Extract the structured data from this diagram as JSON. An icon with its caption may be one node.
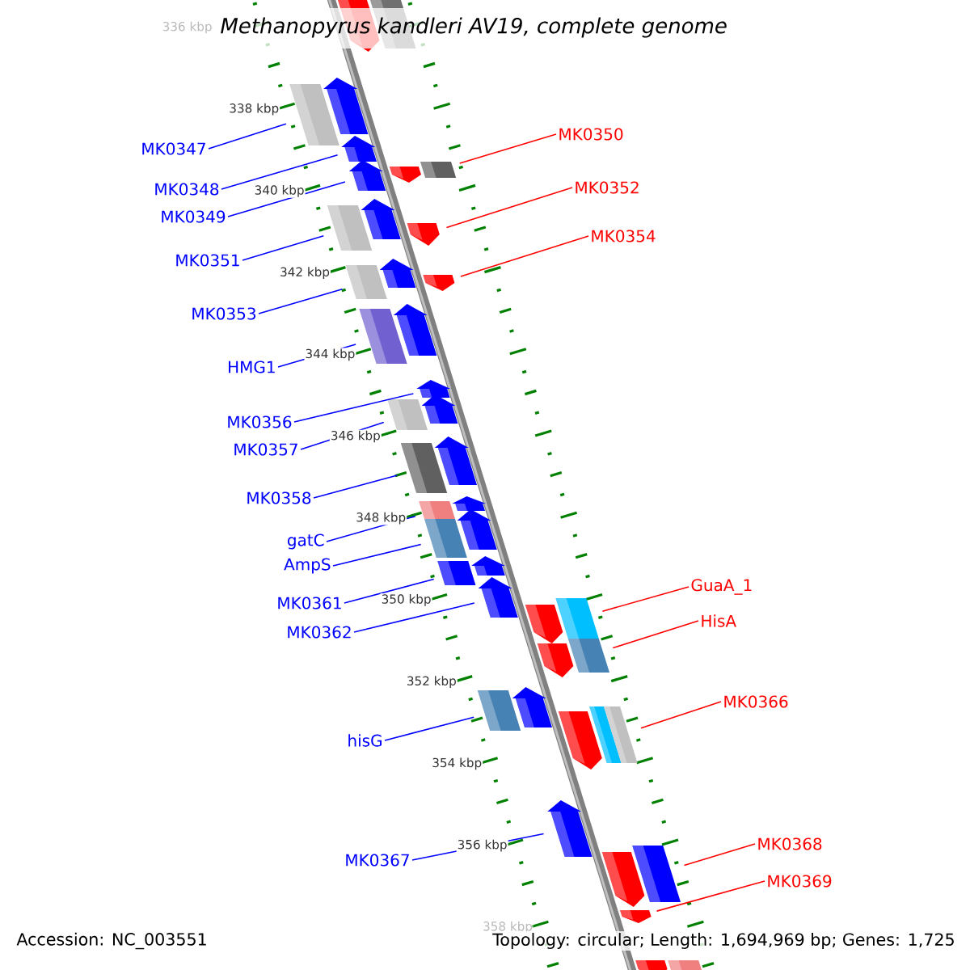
{
  "diagram": {
    "title": "Methanopyrus kandleri AV19, complete genome",
    "nodes": [
      {
        "text": [
          "MK0347"
        ]
      },
      {
        "text": [
          "MK0348"
        ]
      },
      {
        "text": [
          "MK0349"
        ]
      },
      {
        "text": [
          "MK0351"
        ]
      },
      {
        "text": [
          "MK0353"
        ]
      },
      {
        "text": [
          "HMG1"
        ]
      },
      {
        "text": [
          "MK0356"
        ]
      },
      {
        "text": [
          "MK0357"
        ]
      },
      {
        "text": [
          "MK0358"
        ]
      },
      {
        "text": [
          "gatC"
        ]
      },
      {
        "text": [
          "AmpS"
        ]
      },
      {
        "text": [
          "MK0361"
        ]
      },
      {
        "text": [
          "MK0362"
        ]
      },
      {
        "text": [
          "hisG"
        ]
      },
      {
        "text": [
          "MK0367"
        ]
      },
      {
        "text": [
          "MK0350"
        ]
      },
      {
        "text": [
          "MK0352"
        ]
      },
      {
        "text": [
          "MK0354"
        ]
      },
      {
        "text": [
          "GuaA_1"
        ]
      },
      {
        "text": [
          "HisA"
        ]
      },
      {
        "text": [
          "MK0366"
        ]
      },
      {
        "text": [
          "MK0368"
        ]
      },
      {
        "text": [
          "MK0369"
        ]
      },
      {
        "text": [],
        "shape": "box"
      },
      {
        "text": [],
        "shape": "arrow"
      },
      {
        "text": [],
        "shape": "arrow"
      },
      {
        "text": [],
        "shape": "arrow"
      },
      {
        "text": [],
        "shape": "box"
      },
      {
        "text": [],
        "shape": "arrow"
      },
      {
        "text": [],
        "shape": "box"
      },
      {
        "text": [],
        "shape": "arrow"
      },
      {
        "text": [],
        "shape": "box"
      },
      {
        "text": [],
        "shape": "arrow"
      },
      {
        "text": [],
        "shape": "arrow"
      },
      {
        "text": [],
        "shape": "arrow"
      },
      {
        "text": [],
        "shape": "box"
      },
      {
        "text": [],
        "shape": "box"
      },
      {
        "text": [],
        "shape": "arrow"
      },
      {
        "text": [],
        "shape": "box"
      },
      {
        "text": [],
        "shape": "box"
      },
      {
        "text": [],
        "shape": "arrow"
      },
      {
        "text": [],
        "shape": "arrow"
      },
      {
        "text": [],
        "shape": "box"
      },
      {
        "text": [],
        "shape": "arrow"
      },
      {
        "text": [],
        "shape": "arrow"
      },
      {
        "text": [],
        "shape": "box"
      },
      {
        "text": [],
        "shape": "arrow"
      },
      {
        "text": [],
        "shape": "arrow"
      },
      {
        "text": [],
        "shape": "arrow"
      },
      {
        "text": [],
        "shape": "box"
      },
      {
        "text": [],
        "shape": "arrow"
      },
      {
        "text": [],
        "shape": "box"
      },
      {
        "text": [],
        "shape": "arrow"
      },
      {
        "text": [],
        "shape": "arrow"
      },
      {
        "text": [],
        "shape": "arrow"
      },
      {
        "text": [],
        "shape": "box"
      },
      {
        "text": [],
        "shape": "arrow"
      },
      {
        "text": [],
        "shape": "box"
      },
      {
        "text": [],
        "shape": "arrow"
      },
      {
        "text": [],
        "shape": "box"
      },
      {
        "text": [],
        "shape": "box"
      },
      {
        "text": [],
        "shape": "arrow"
      },
      {
        "text": [],
        "shape": "box"
      },
      {
        "text": [],
        "shape": "arrow"
      },
      {
        "text": [],
        "shape": "arrow"
      },
      {
        "text": [],
        "shape": "box"
      }
    ],
    "edges": [
      {
        "from": 0,
        "to": 23,
        "arrow": "none",
        "color": "#0000ff"
      },
      {
        "from": 1,
        "to": 25,
        "arrow": "none",
        "color": "#0000ff"
      },
      {
        "from": 2,
        "to": 26,
        "arrow": "none",
        "color": "#0000ff"
      },
      {
        "from": 3,
        "to": 27,
        "arrow": "none",
        "color": "#0000ff"
      },
      {
        "from": 4,
        "to": 29,
        "arrow": "none",
        "color": "#0000ff"
      },
      {
        "from": 5,
        "to": 31,
        "arrow": "none",
        "color": "#0000ff"
      },
      {
        "from": 6,
        "to": 33,
        "arrow": "none",
        "color": "#0000ff"
      },
      {
        "from": 7,
        "to": 35,
        "arrow": "none",
        "color": "#0000ff"
      },
      {
        "from": 8,
        "to": 36,
        "arrow": "none",
        "color": "#0000ff"
      },
      {
        "from": 9,
        "to": 38,
        "arrow": "none",
        "color": "#0000ff"
      },
      {
        "from": 10,
        "to": 39,
        "arrow": "none",
        "color": "#0000ff"
      },
      {
        "from": 11,
        "to": 42,
        "arrow": "none",
        "color": "#0000ff"
      },
      {
        "from": 12,
        "to": 44,
        "arrow": "none",
        "color": "#0000ff"
      },
      {
        "from": 13,
        "to": 45,
        "arrow": "none",
        "color": "#0000ff"
      },
      {
        "from": 14,
        "to": 47,
        "arrow": "none",
        "color": "#0000ff"
      },
      {
        "from": 15,
        "to": 51,
        "arrow": "none",
        "color": "#ff0000"
      },
      {
        "from": 16,
        "to": 52,
        "arrow": "none",
        "color": "#ff0000"
      },
      {
        "from": 17,
        "to": 53,
        "arrow": "none",
        "color": "#ff0000"
      },
      {
        "from": 18,
        "to": 55,
        "arrow": "none",
        "color": "#ff0000"
      },
      {
        "from": 19,
        "to": 57,
        "arrow": "none",
        "color": "#ff0000"
      },
      {
        "from": 20,
        "to": 60,
        "arrow": "none",
        "color": "#ff0000"
      },
      {
        "from": 21,
        "to": 62,
        "arrow": "none",
        "color": "#ff0000"
      },
      {
        "from": 22,
        "to": 63,
        "arrow": "none",
        "color": "#ff0000"
      }
    ],
    "labels": [
      "336 kbp",
      "338 kbp",
      "340 kbp",
      "342 kbp",
      "344 kbp",
      "346 kbp",
      "348 kbp",
      "350 kbp",
      "352 kbp",
      "354 kbp",
      "356 kbp",
      "358 kbp",
      "Accession: NC_003551",
      "Topology: circular; Length: 1,694,969 bp; Genes: 1,725"
    ]
  }
}
